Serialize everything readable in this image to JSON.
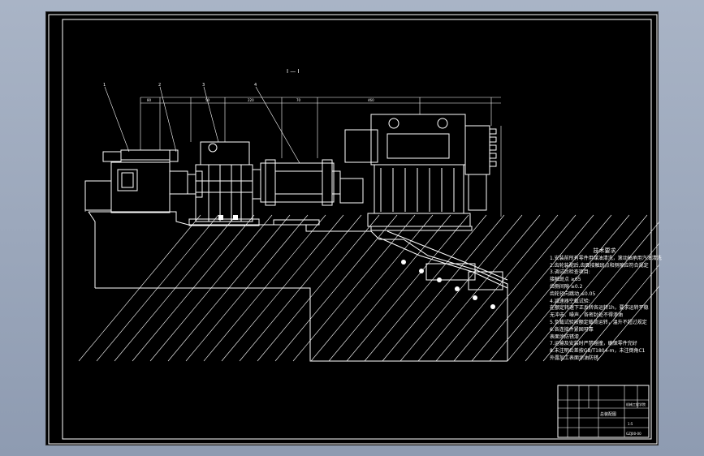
{
  "drawing": {
    "view_label": "I — I",
    "leaders": [
      "1",
      "2",
      "3",
      "4"
    ],
    "dims_top": [
      "80",
      "50",
      "220",
      "70",
      "460"
    ]
  },
  "notes": {
    "title": "技术要求",
    "lines": [
      "1.安装前所有零件用煤油清洗，滚动轴承用汽油清洗",
      "2.齿轮装配后,齿面接触斑点和侧隙应符合规定",
      "3.调试后检查项目:",
      "  接触斑点        ≥65",
      "  齿侧间隙        ≥0.2",
      "  齿轮径向跳动    ≤0.05",
      "4.减速器空载试验:",
      "  在额定转速下正反转各运转1h，要求运转平稳",
      "  无冲击、噪声，各密封处不得渗油",
      "5.负载试验按额定载荷运转，温升不超过规定",
      "6.各连接件紧固可靠",
      "  表面涂防锈漆",
      "7.运输及安装时严禁碰撞，确保零件完好",
      "8.未注明公差按GB/T1804-m，未注倒角C1",
      "  外露加工表面涂油防锈"
    ]
  },
  "title_block": {
    "drawing_title": "总装配图",
    "school": "机械工程学院",
    "scale": "1:5",
    "number": "GZJ00-00"
  }
}
